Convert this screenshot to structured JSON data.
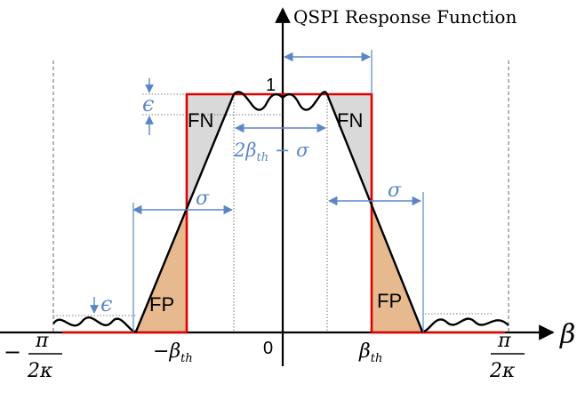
{
  "title": "QSPI Response Function",
  "labels": {
    "one": "1",
    "zero": "0",
    "beta_axis": "β",
    "epsilon": "ϵ",
    "sigma": "σ",
    "two_beta_th": "2β",
    "th_sub": "th",
    "minus_sigma": " − σ",
    "beta": "β",
    "minus": "−",
    "pi": "π",
    "two_kappa": "2κ",
    "fn": "FN",
    "fp": "FP"
  },
  "colors": {
    "ideal_response": "#e00000",
    "response_curve": "#000000",
    "axes": "#000000",
    "annotation": "#5b86c5",
    "fn_fill": "#d9d9d9",
    "fp_fill": "#e6b98f",
    "guide_lines": "#7f7f7f"
  }
}
